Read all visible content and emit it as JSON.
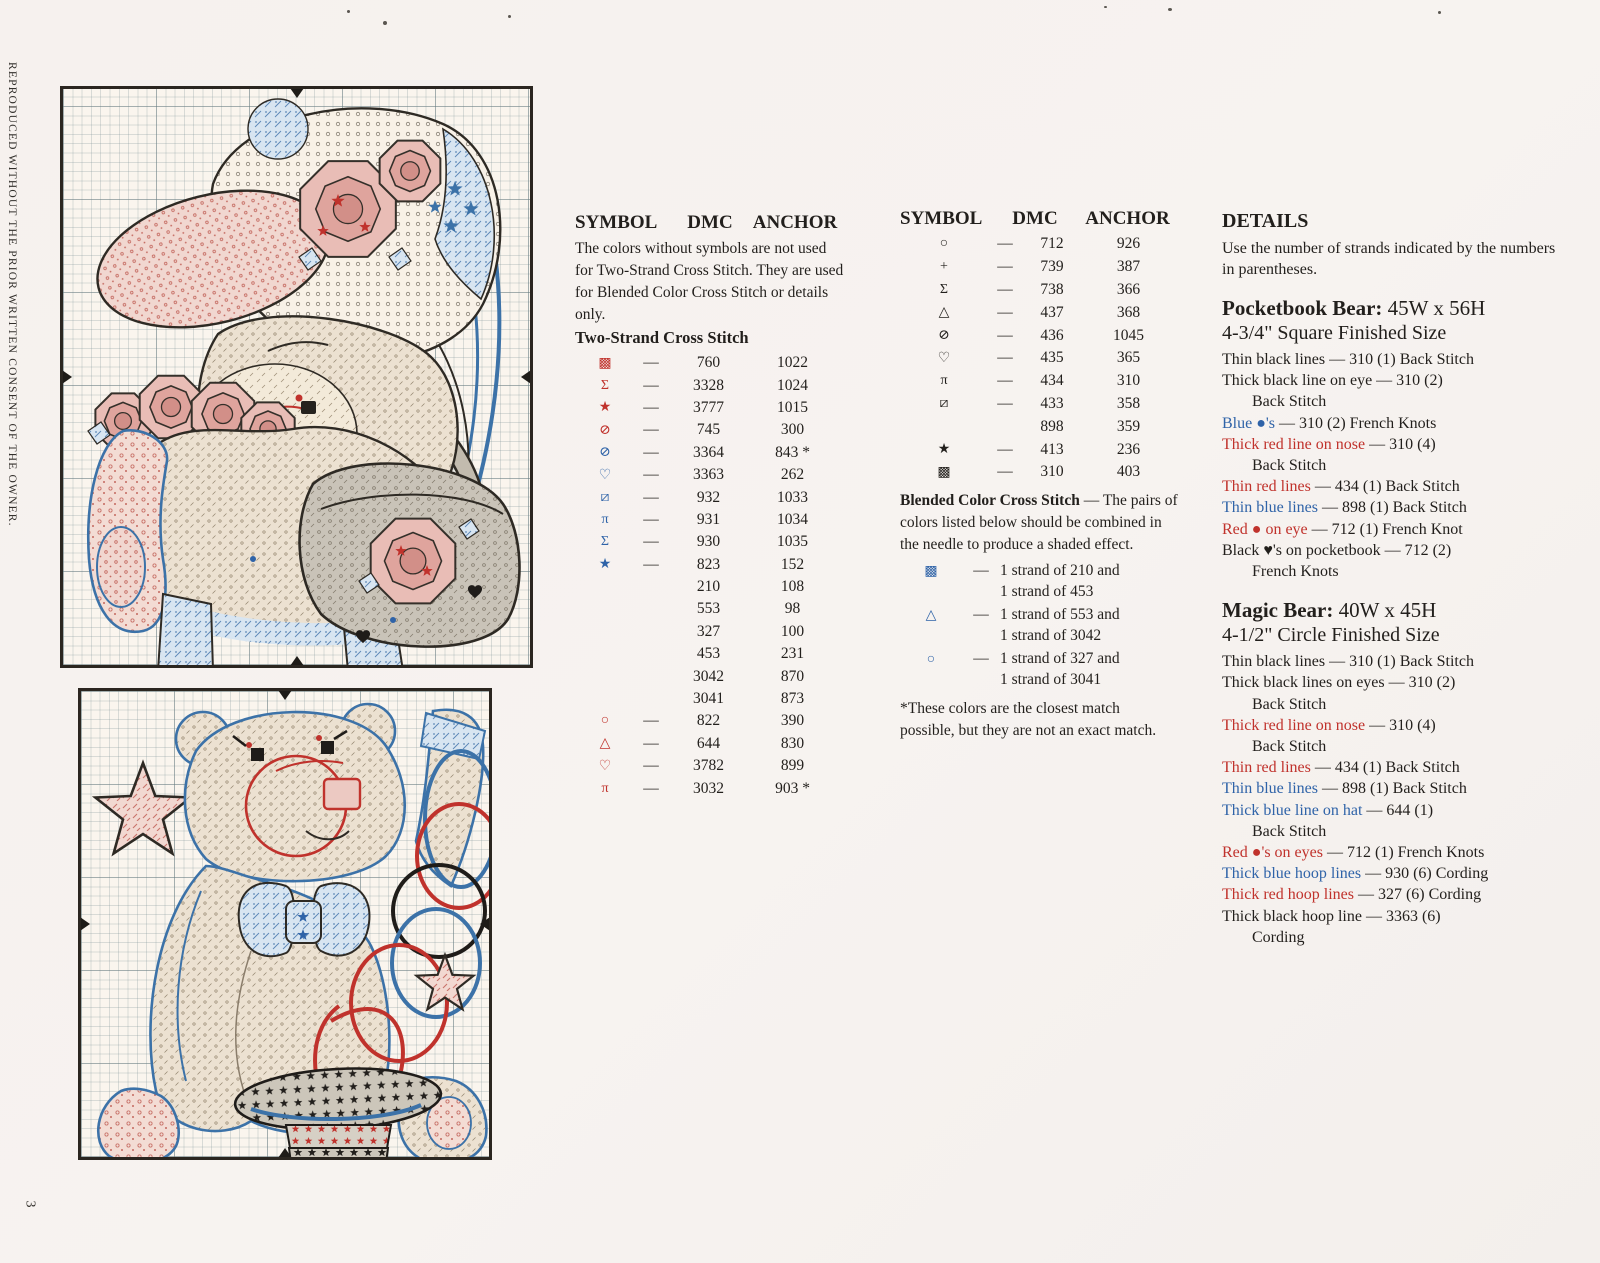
{
  "page": {
    "side_text": "REPRODUCED WITHOUT THE PRIOR WRITTEN CONSENT OF THE OWNER.",
    "page_number": "3"
  },
  "colors": {
    "red": "#c0322c",
    "blue": "#2f63a8",
    "black": "#221f1c"
  },
  "table1": {
    "headers": [
      "SYMBOL",
      "DMC",
      "ANCHOR"
    ],
    "intro": "The colors without symbols are not used for Two-Strand Cross Stitch. They are used for Blended Color Cross Stitch or details only.",
    "section_title": "Two-Strand Cross Stitch",
    "rows": [
      {
        "symbol": "▩",
        "color": "red",
        "dmc": "760",
        "anchor": "1022"
      },
      {
        "symbol": "Σ",
        "color": "red",
        "dmc": "3328",
        "anchor": "1024"
      },
      {
        "symbol": "★",
        "color": "red",
        "dmc": "3777",
        "anchor": "1015"
      },
      {
        "symbol": "⊘",
        "color": "red",
        "dmc": "745",
        "anchor": "300"
      },
      {
        "symbol": "⊘",
        "color": "blue",
        "dmc": "3364",
        "anchor": "843 *"
      },
      {
        "symbol": "♡",
        "color": "blue",
        "dmc": "3363",
        "anchor": "262"
      },
      {
        "symbol": "⧄",
        "color": "blue",
        "dmc": "932",
        "anchor": "1033"
      },
      {
        "symbol": "π",
        "color": "blue",
        "dmc": "931",
        "anchor": "1034"
      },
      {
        "symbol": "Σ",
        "color": "blue",
        "dmc": "930",
        "anchor": "1035"
      },
      {
        "symbol": "★",
        "color": "blue",
        "dmc": "823",
        "anchor": "152"
      },
      {
        "symbol": "",
        "color": "black",
        "dmc": "210",
        "anchor": "108"
      },
      {
        "symbol": "",
        "color": "black",
        "dmc": "553",
        "anchor": "98"
      },
      {
        "symbol": "",
        "color": "black",
        "dmc": "327",
        "anchor": "100"
      },
      {
        "symbol": "",
        "color": "black",
        "dmc": "453",
        "anchor": "231"
      },
      {
        "symbol": "",
        "color": "black",
        "dmc": "3042",
        "anchor": "870"
      },
      {
        "symbol": "",
        "color": "black",
        "dmc": "3041",
        "anchor": "873"
      },
      {
        "symbol": "○",
        "color": "red",
        "dmc": "822",
        "anchor": "390"
      },
      {
        "symbol": "△",
        "color": "red",
        "dmc": "644",
        "anchor": "830"
      },
      {
        "symbol": "♡",
        "color": "red",
        "dmc": "3782",
        "anchor": "899"
      },
      {
        "symbol": "π",
        "color": "red",
        "dmc": "3032",
        "anchor": "903 *"
      }
    ]
  },
  "table2": {
    "headers": [
      "SYMBOL",
      "DMC",
      "ANCHOR"
    ],
    "rows": [
      {
        "symbol": "○",
        "color": "black",
        "dmc": "712",
        "anchor": "926"
      },
      {
        "symbol": "+",
        "color": "black",
        "dmc": "739",
        "anchor": "387"
      },
      {
        "symbol": "Σ",
        "color": "black",
        "dmc": "738",
        "anchor": "366"
      },
      {
        "symbol": "△",
        "color": "black",
        "dmc": "437",
        "anchor": "368"
      },
      {
        "symbol": "⊘",
        "color": "black",
        "dmc": "436",
        "anchor": "1045"
      },
      {
        "symbol": "♡",
        "color": "black",
        "dmc": "435",
        "anchor": "365"
      },
      {
        "symbol": "π",
        "color": "black",
        "dmc": "434",
        "anchor": "310"
      },
      {
        "symbol": "⧄",
        "color": "black",
        "dmc": "433",
        "anchor": "358"
      },
      {
        "symbol": "",
        "color": "black",
        "dmc": "898",
        "anchor": "359"
      },
      {
        "symbol": "★",
        "color": "black",
        "dmc": "413",
        "anchor": "236"
      },
      {
        "symbol": "▩",
        "color": "black",
        "dmc": "310",
        "anchor": "403"
      }
    ]
  },
  "blended": {
    "title": "Blended Color Cross Stitch",
    "body": " — The pairs of colors listed below should be combined in the needle to produce a shaded effect.",
    "rows": [
      {
        "symbol": "▩",
        "line1": "1 strand of 210 and",
        "line2": "1 strand of 453"
      },
      {
        "symbol": "△",
        "line1": "1 strand of 553 and",
        "line2": "1 strand of 3042"
      },
      {
        "symbol": "○",
        "line1": "1 strand of 327 and",
        "line2": "1 strand of 3041"
      }
    ],
    "footnote": "*These colors are the closest match possible, but they are not an exact match."
  },
  "details": {
    "title": "DETAILS",
    "intro": "Use the number of strands indicated by the numbers in parentheses.",
    "sections": [
      {
        "title": "Pocketbook Bear:",
        "size": " 45W x 56H",
        "subtitle": "4-3/4\" Square Finished Size",
        "lines": [
          {
            "lead": "Thin black lines",
            "color": "black",
            "rest": " — 310 (1) Back Stitch"
          },
          {
            "lead": "Thick black line on eye",
            "color": "black",
            "rest": " — 310 (2)",
            "cont": "Back Stitch"
          },
          {
            "lead": "Blue ●'s",
            "color": "blue",
            "rest": " — 310 (2) French Knots"
          },
          {
            "lead": "Thick red line on nose",
            "color": "red",
            "rest": " — 310 (4)",
            "cont": "Back Stitch"
          },
          {
            "lead": "Thin red lines",
            "color": "red",
            "rest": " — 434 (1) Back Stitch"
          },
          {
            "lead": "Thin blue lines",
            "color": "blue",
            "rest": " — 898 (1) Back Stitch"
          },
          {
            "lead": "Red ● on eye",
            "color": "red",
            "rest": " — 712 (1) French Knot"
          },
          {
            "lead": "Black ♥'s on pocketbook",
            "color": "black",
            "rest": " — 712 (2)",
            "cont": "French Knots"
          }
        ]
      },
      {
        "title": "Magic Bear:",
        "size": " 40W x 45H",
        "subtitle": "4-1/2\" Circle Finished Size",
        "lines": [
          {
            "lead": "Thin black lines",
            "color": "black",
            "rest": " — 310 (1) Back Stitch"
          },
          {
            "lead": "Thick black lines on eyes",
            "color": "black",
            "rest": " — 310 (2)",
            "cont": "Back Stitch"
          },
          {
            "lead": "Thick red line on nose",
            "color": "red",
            "rest": " — 310 (4)",
            "cont": "Back Stitch"
          },
          {
            "lead": "Thin red lines",
            "color": "red",
            "rest": " — 434 (1) Back Stitch"
          },
          {
            "lead": "Thin blue lines",
            "color": "blue",
            "rest": " — 898 (1) Back Stitch"
          },
          {
            "lead": "Thick blue line on hat",
            "color": "blue",
            "rest": " — 644 (1)",
            "cont": "Back Stitch"
          },
          {
            "lead": "Red ●'s on eyes",
            "color": "red",
            "rest": " — 712 (1) French Knots"
          },
          {
            "lead": "Thick blue hoop lines",
            "color": "blue",
            "rest": " — 930 (6) Cording"
          },
          {
            "lead": "Thick red hoop lines",
            "color": "red",
            "rest": " — 327 (6) Cording"
          },
          {
            "lead": "Thick black hoop line",
            "color": "black",
            "rest": " — 3363 (6)",
            "cont": "Cording"
          }
        ]
      }
    ]
  }
}
